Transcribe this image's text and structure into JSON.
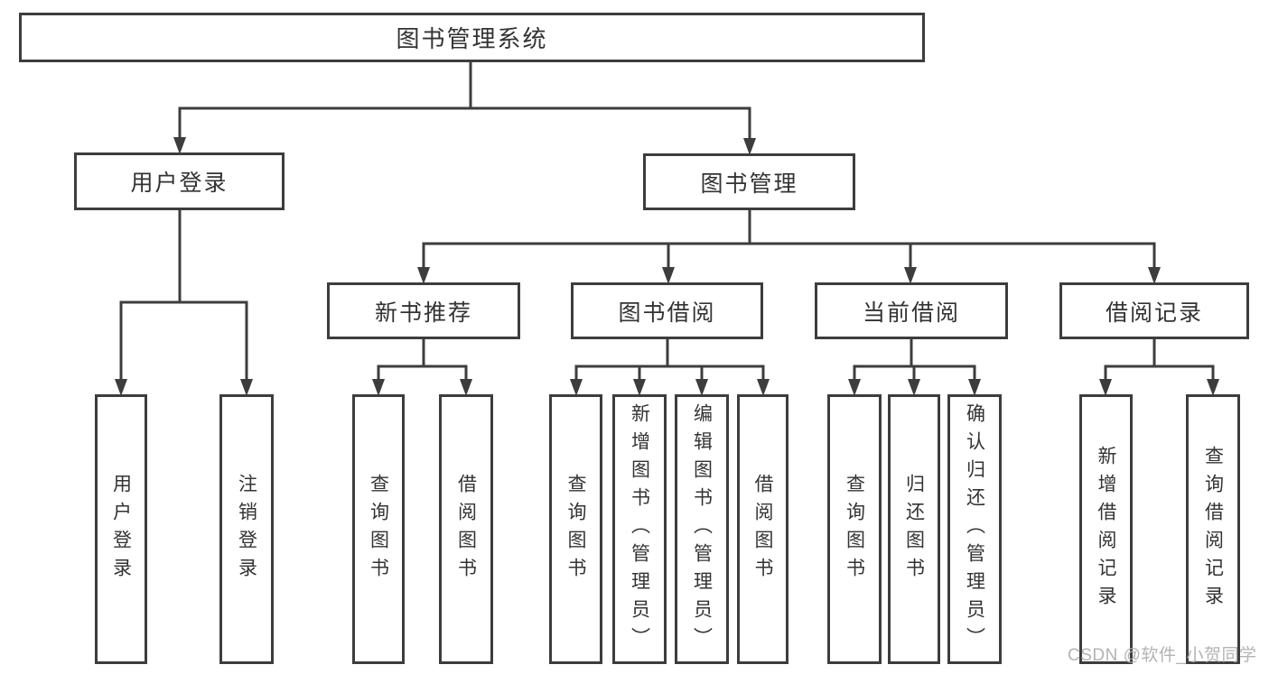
{
  "diagram": {
    "type": "hierarchy-tree",
    "colors": {
      "line": "#3d3d3d",
      "box_border": "#3d3d3d",
      "box_fill": "#ffffff",
      "text": "#333333",
      "watermark": "#acacac",
      "background": "#ffffff"
    }
  },
  "nodes": {
    "root": {
      "label": "图书管理系统"
    },
    "user_login": {
      "label": "用户登录"
    },
    "book_mgmt": {
      "label": "图书管理"
    },
    "new_book_rec": {
      "label": "新书推荐"
    },
    "book_borrow": {
      "label": "图书借阅"
    },
    "current_borrow": {
      "label": "当前借阅"
    },
    "borrow_records": {
      "label": "借阅记录"
    },
    "leaf_user_login": {
      "label": "用户登录"
    },
    "leaf_logout": {
      "label": "注销登录"
    },
    "rec_query_books": {
      "label": "查询图书"
    },
    "rec_borrow_books": {
      "label": "借阅图书"
    },
    "bb_query_books": {
      "label": "查询图书"
    },
    "bb_add_books": {
      "label": "新增图书（管理员）"
    },
    "bb_edit_books": {
      "label": "编辑图书（管理员）"
    },
    "bb_borrow_books": {
      "label": "借阅图书"
    },
    "cb_query_books": {
      "label": "查询图书"
    },
    "cb_return_books": {
      "label": "归还图书"
    },
    "cb_confirm_return": {
      "label": "确认归还（管理员）"
    },
    "br_add_record": {
      "label": "新增借阅记录"
    },
    "br_query_record": {
      "label": "查询借阅记录"
    }
  },
  "edges": [
    [
      "root",
      "user_login"
    ],
    [
      "root",
      "book_mgmt"
    ],
    [
      "user_login",
      "leaf_user_login"
    ],
    [
      "user_login",
      "leaf_logout"
    ],
    [
      "book_mgmt",
      "new_book_rec"
    ],
    [
      "book_mgmt",
      "book_borrow"
    ],
    [
      "book_mgmt",
      "current_borrow"
    ],
    [
      "book_mgmt",
      "borrow_records"
    ],
    [
      "new_book_rec",
      "rec_query_books"
    ],
    [
      "new_book_rec",
      "rec_borrow_books"
    ],
    [
      "book_borrow",
      "bb_query_books"
    ],
    [
      "book_borrow",
      "bb_add_books"
    ],
    [
      "book_borrow",
      "bb_edit_books"
    ],
    [
      "book_borrow",
      "bb_borrow_books"
    ],
    [
      "current_borrow",
      "cb_query_books"
    ],
    [
      "current_borrow",
      "cb_return_books"
    ],
    [
      "current_borrow",
      "cb_confirm_return"
    ],
    [
      "borrow_records",
      "br_add_record"
    ],
    [
      "borrow_records",
      "br_query_record"
    ]
  ],
  "watermark": {
    "text": "CSDN @软件_小贺同学"
  }
}
